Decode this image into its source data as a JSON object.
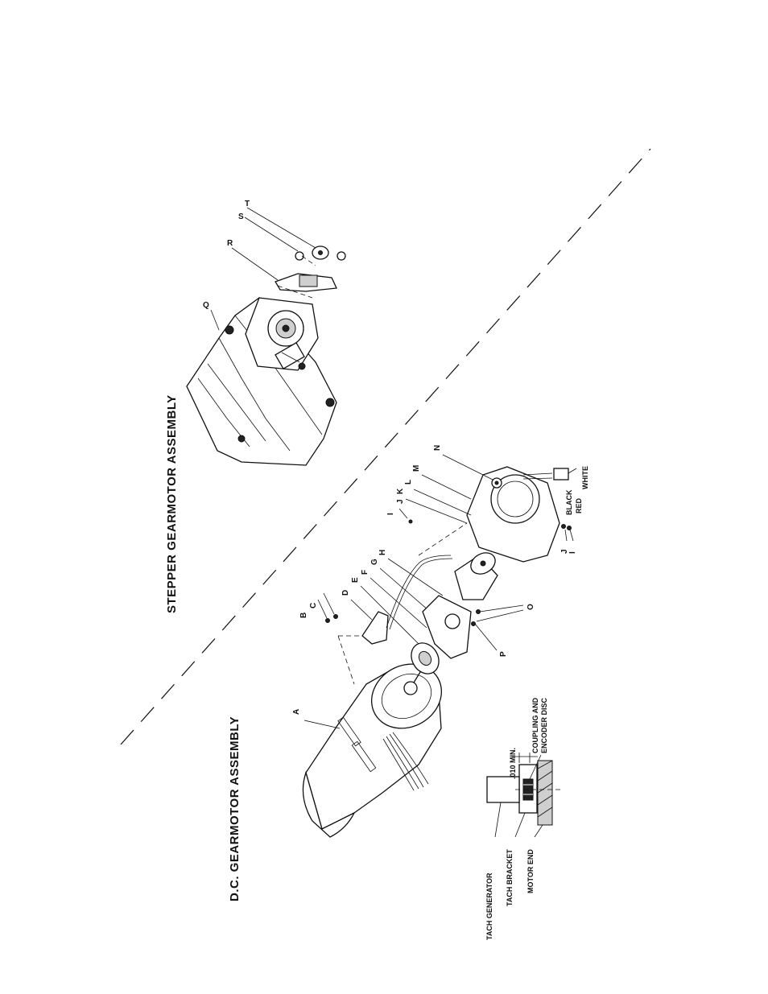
{
  "titles": {
    "dc": "D.C. GEARMOTOR ASSEMBLY",
    "stepper": "STEPPER GEARMOTOR ASSEMBLY"
  },
  "callouts": {
    "A": "A",
    "B": "B",
    "C": "C",
    "D": "D",
    "E": "E",
    "F": "F",
    "G": "G",
    "H": "H",
    "I": "I",
    "J": "J",
    "K": "K",
    "L": "L",
    "M": "M",
    "N": "N",
    "O": "O",
    "P": "P",
    "Q": "Q",
    "R": "R",
    "S": "S",
    "T": "T",
    "I2": "I",
    "J2": "J"
  },
  "wire_labels": {
    "black": "BLACK",
    "red": "RED",
    "white": "WHITE"
  },
  "detail_labels": {
    "tach_generator": "TACH GENERATOR",
    "tach_bracket": "TACH BRACKET",
    "motor_end": "MOTOR END",
    "clearance": ".010 MIN.",
    "coupling_line1": "COUPLING AND",
    "coupling_line2": "ENCODER DISC"
  }
}
